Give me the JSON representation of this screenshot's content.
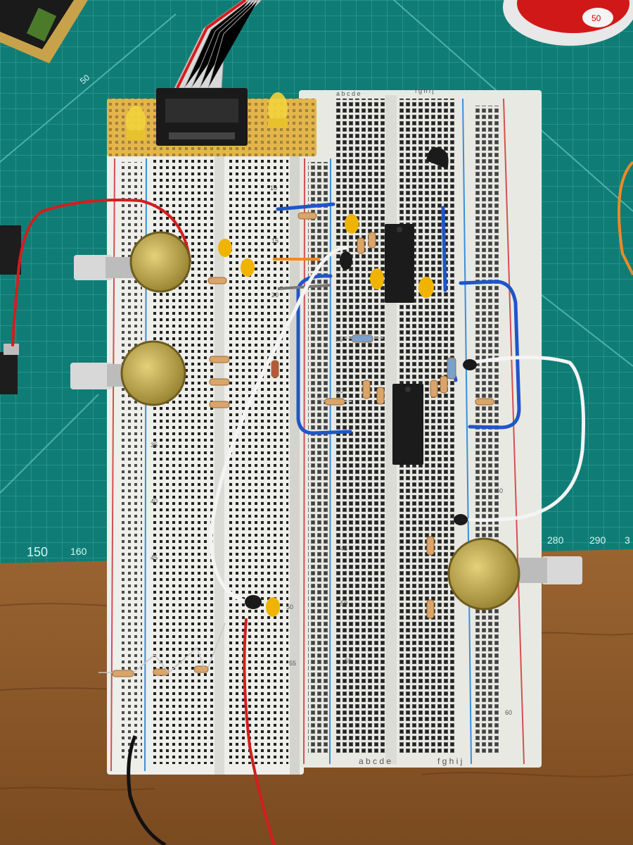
{
  "mat": {
    "color": "#0f7d76",
    "grid_color": "#6fd3cc",
    "ruler_labels": [
      "150",
      "160",
      "280",
      "290",
      "3"
    ],
    "top_mark": "50"
  },
  "spool": {
    "label": "50"
  },
  "breadboard": {
    "row_numbers": [
      "10",
      "15",
      "20",
      "25",
      "30",
      "35",
      "40",
      "45",
      "50",
      "55"
    ],
    "row_numbers_right": [
      "40",
      "45",
      "50",
      "55",
      "60"
    ],
    "column_letters_bottom": [
      "a b c d e",
      "f g h i j"
    ],
    "column_letters_top": [
      "a b c d e",
      "f g h i j"
    ]
  },
  "colors": {
    "wood": "#8a5a2b",
    "wire_red": "#d21e1e",
    "wire_blue": "#1f56c9",
    "wire_white": "#f2f2f2",
    "ic_body": "#1b1b1b",
    "capacitor": "#f0b400",
    "resistor": "#d9a56b",
    "pot_body": "#b9a248"
  }
}
